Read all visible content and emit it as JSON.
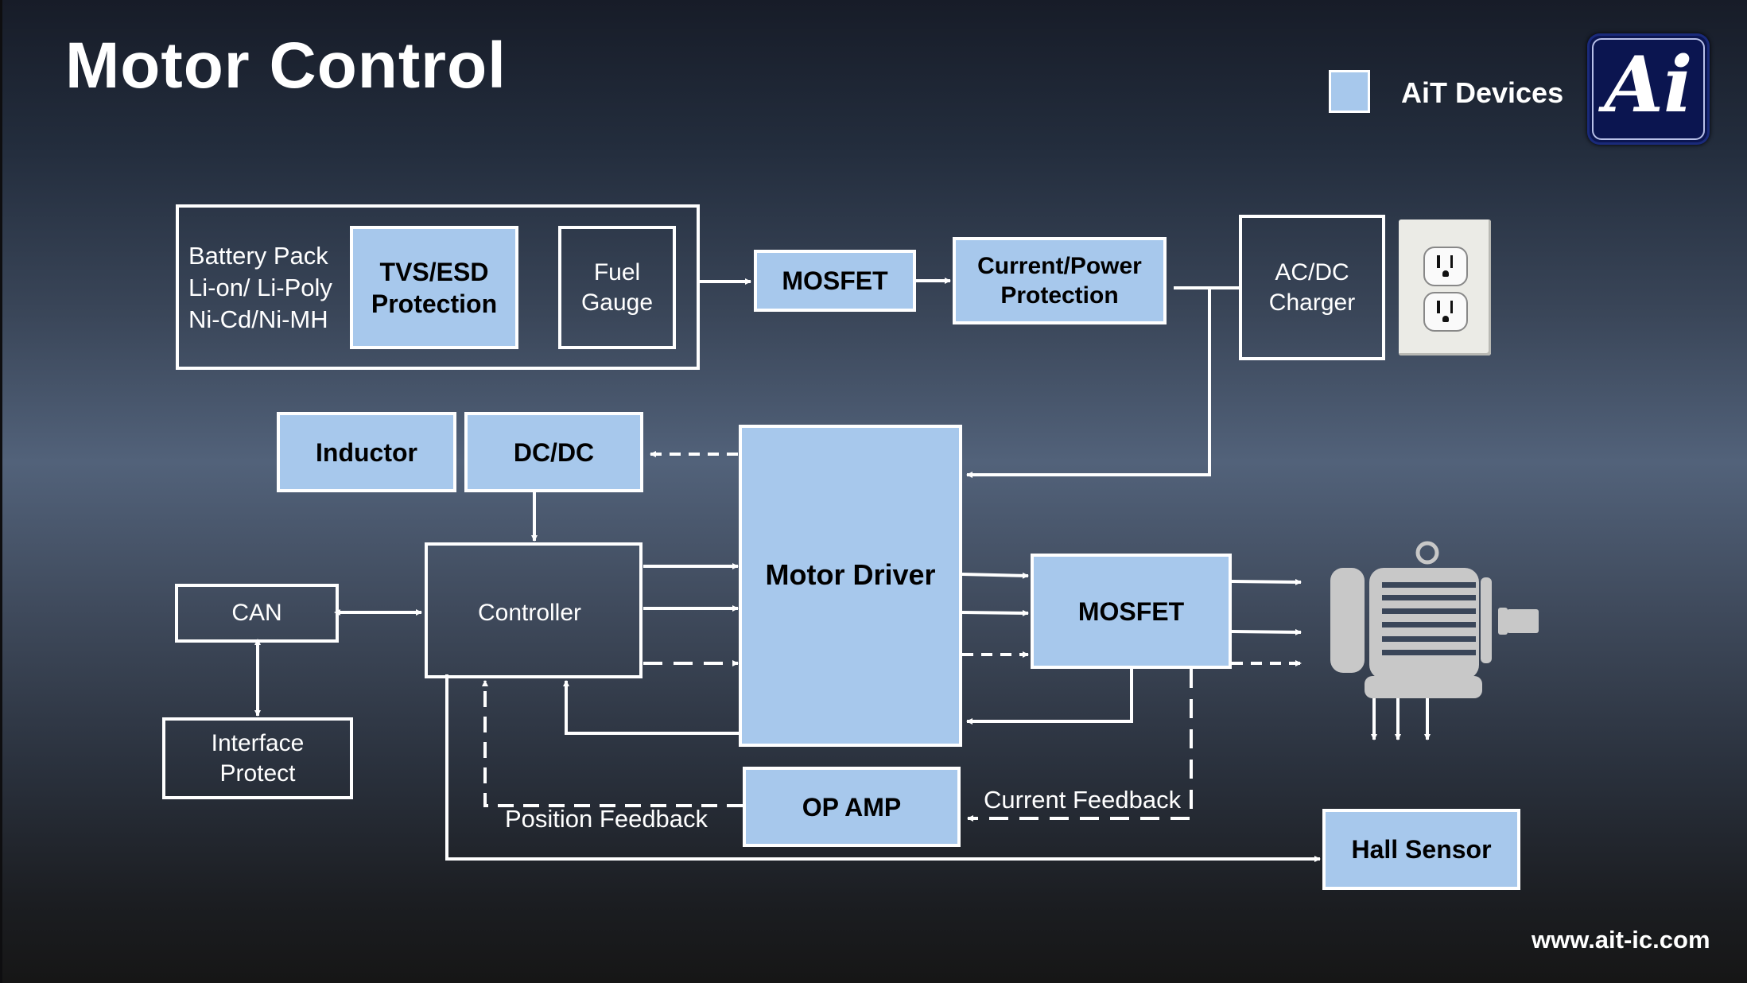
{
  "title": "Motor Control",
  "legend": {
    "label": "AiT Devices",
    "swatch_color": "#a7c8ec"
  },
  "logo": {
    "text": "Ai"
  },
  "footer_url": "www.ait-ic.com",
  "colors": {
    "ait_device": "#a7c8ec",
    "line": "#ffffff",
    "motor": "#c8c8c8"
  },
  "blocks": {
    "battery_pack": "Battery Pack\nLi-on/ Li-Poly\nNi-Cd/Ni-MH",
    "tvs_esd": "TVS/ESD\nProtection",
    "fuel_gauge": "Fuel\nGauge",
    "mosfet_top": "MOSFET",
    "current_power": "Current/Power\nProtection",
    "acdc_charger": "AC/DC\nCharger",
    "inductor": "Inductor",
    "dcdc": "DC/DC",
    "motor_driver": "Motor Driver",
    "controller": "Controller",
    "can": "CAN",
    "interface_protect": "Interface\nProtect",
    "mosfet_mid": "MOSFET",
    "op_amp": "OP AMP",
    "hall_sensor": "Hall Sensor"
  },
  "labels": {
    "position_feedback": "Position Feedback",
    "current_feedback": "Current Feedback"
  },
  "icons": {
    "outlet": "power-outlet-icon",
    "motor": "electric-motor-icon"
  }
}
